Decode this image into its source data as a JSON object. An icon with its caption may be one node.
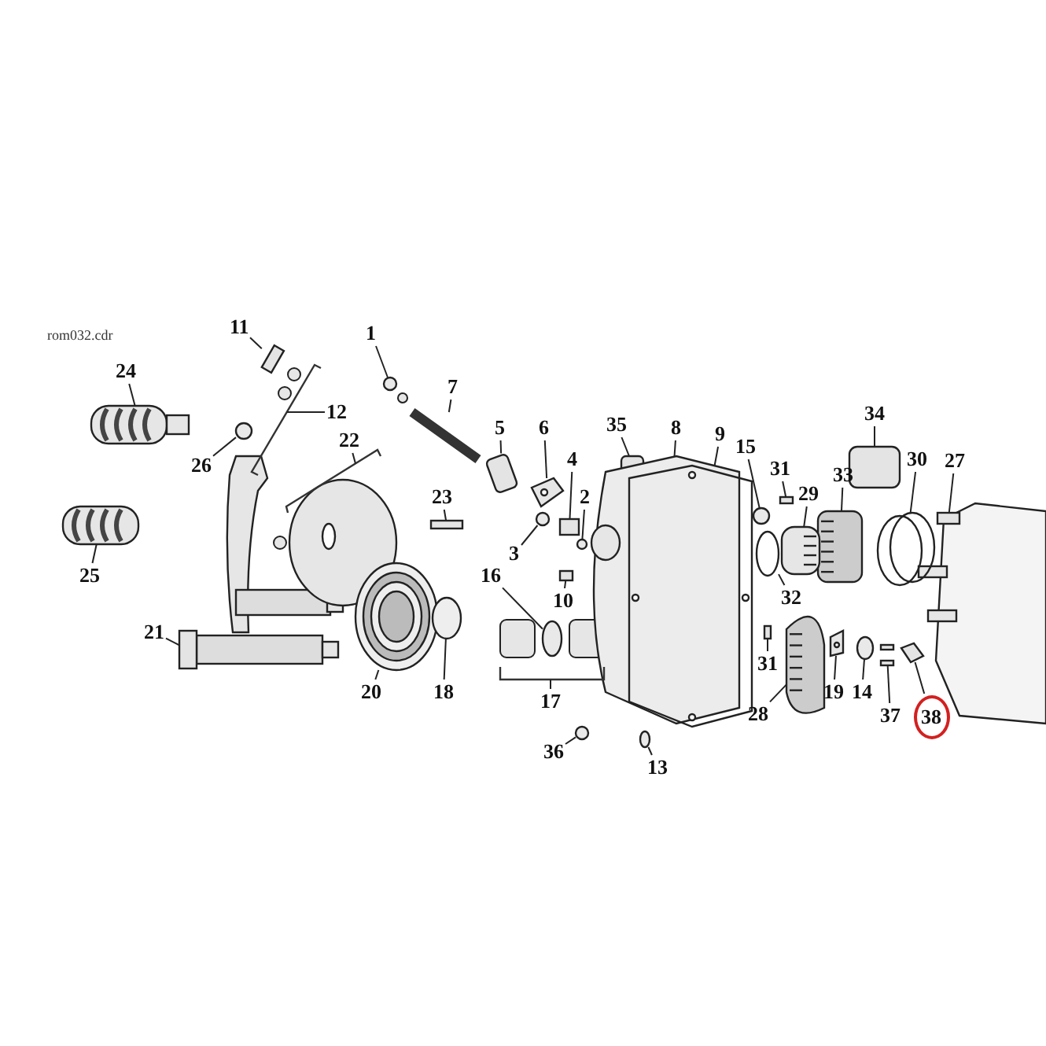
{
  "diagram": {
    "nodes": [
      {
        "text": [
          "11"
        ]
      },
      {
        "text": [
          "1"
        ]
      },
      {
        "text": [
          "24"
        ]
      },
      {
        "text": [
          "7"
        ]
      },
      {
        "text": [
          "34"
        ]
      },
      {
        "text": [
          "12"
        ]
      },
      {
        "text": [
          "35"
        ]
      },
      {
        "text": [
          "5"
        ]
      },
      {
        "text": [
          "6"
        ]
      },
      {
        "text": [
          "8"
        ]
      },
      {
        "text": [
          "9"
        ]
      },
      {
        "text": [
          "15"
        ]
      },
      {
        "text": [
          "4"
        ]
      },
      {
        "text": [
          "31"
        ]
      },
      {
        "text": [
          "30"
        ]
      },
      {
        "text": [
          "27"
        ]
      },
      {
        "text": [
          "26"
        ]
      },
      {
        "text": [
          "22"
        ]
      },
      {
        "text": [
          "33"
        ]
      },
      {
        "text": [
          "29"
        ]
      },
      {
        "text": [
          "2"
        ]
      },
      {
        "text": [
          "23"
        ]
      },
      {
        "text": [
          "3"
        ]
      },
      {
        "text": [
          "16"
        ]
      },
      {
        "text": [
          "25"
        ]
      },
      {
        "text": [
          "32"
        ]
      },
      {
        "text": [
          "10"
        ]
      },
      {
        "text": [
          "31"
        ]
      },
      {
        "text": [
          "21"
        ]
      },
      {
        "text": [
          "17"
        ]
      },
      {
        "text": [
          "20"
        ]
      },
      {
        "text": [
          "18"
        ]
      },
      {
        "text": [
          "19"
        ]
      },
      {
        "text": [
          "14"
        ]
      },
      {
        "text": [
          "28"
        ]
      },
      {
        "text": [
          "36"
        ]
      },
      {
        "text": [
          "13"
        ]
      },
      {
        "text": [
          "37"
        ]
      },
      {
        "text": [
          "38"
        ]
      },
      {
        "text": [],
        "shape": "box"
      },
      {
        "text": [],
        "shape": "circle"
      },
      {
        "text": [],
        "shape": "picture"
      },
      {
        "text": [],
        "shape": "bar"
      },
      {
        "text": [],
        "shape": "box"
      },
      {
        "text": [],
        "shape": "box"
      },
      {
        "text": [],
        "shape": "box"
      },
      {
        "text": [],
        "shape": "picture"
      },
      {
        "text": [],
        "shape": "picture"
      },
      {
        "text": [],
        "shape": "picture"
      },
      {
        "text": [],
        "shape": "circle"
      },
      {
        "text": [],
        "shape": "box"
      },
      {
        "text": [],
        "shape": "box"
      },
      {
        "text": [],
        "shape": "circle"
      },
      {
        "text": [],
        "shape": "box"
      },
      {
        "text": [],
        "shape": "circle"
      },
      {
        "text": [],
        "shape": "picture"
      },
      {
        "text": [],
        "shape": "picture"
      },
      {
        "text": [],
        "shape": "circle"
      },
      {
        "text": [],
        "shape": "box"
      },
      {
        "text": [],
        "shape": "circle"
      },
      {
        "text": [],
        "shape": "circle"
      },
      {
        "text": [],
        "shape": "picture"
      },
      {
        "text": [],
        "shape": "circle"
      },
      {
        "text": [],
        "shape": "box"
      },
      {
        "text": [],
        "shape": "box"
      },
      {
        "text": [],
        "shape": "box"
      },
      {
        "text": [],
        "shape": "picture"
      },
      {
        "text": [],
        "shape": "circle"
      },
      {
        "text": [],
        "shape": "picture"
      },
      {
        "text": [],
        "shape": "circle"
      },
      {
        "text": [],
        "shape": "picture"
      },
      {
        "text": [],
        "shape": "circle"
      },
      {
        "text": [],
        "shape": "circle"
      },
      {
        "text": [],
        "shape": "picture"
      },
      {
        "text": [],
        "shape": "box"
      },
      {
        "text": [],
        "shape": "bar"
      },
      {
        "text": [],
        "shape": "bar"
      },
      {
        "text": [],
        "shape": "bar"
      }
    ],
    "edges": [
      {
        "from": 0,
        "to": 39,
        "arrow": "none"
      },
      {
        "from": 1,
        "to": 40,
        "arrow": "none"
      },
      {
        "from": 2,
        "to": 41,
        "arrow": "none"
      },
      {
        "from": 3,
        "to": 42,
        "arrow": "none"
      },
      {
        "from": 4,
        "to": 43,
        "arrow": "none"
      },
      {
        "from": 5,
        "to": 75,
        "arrow": "none"
      },
      {
        "from": 6,
        "to": 44,
        "arrow": "none"
      },
      {
        "from": 7,
        "to": 45,
        "arrow": "none"
      },
      {
        "from": 8,
        "to": 46,
        "arrow": "none"
      },
      {
        "from": 9,
        "to": 47,
        "arrow": "none"
      },
      {
        "from": 10,
        "to": 48,
        "arrow": "none"
      },
      {
        "from": 11,
        "to": 49,
        "arrow": "none"
      },
      {
        "from": 12,
        "to": 50,
        "arrow": "none"
      },
      {
        "from": 13,
        "to": 51,
        "arrow": "none"
      },
      {
        "from": 14,
        "to": 52,
        "arrow": "none"
      },
      {
        "from": 15,
        "to": 53,
        "arrow": "none"
      },
      {
        "from": 16,
        "to": 54,
        "arrow": "none"
      },
      {
        "from": 17,
        "to": 76,
        "arrow": "none"
      },
      {
        "from": 18,
        "to": 55,
        "arrow": "none"
      },
      {
        "from": 19,
        "to": 56,
        "arrow": "none"
      },
      {
        "from": 20,
        "to": 57,
        "arrow": "none"
      },
      {
        "from": 21,
        "to": 58,
        "arrow": "none"
      },
      {
        "from": 22,
        "to": 59,
        "arrow": "none"
      },
      {
        "from": 23,
        "to": 60,
        "arrow": "none"
      },
      {
        "from": 24,
        "to": 61,
        "arrow": "none"
      },
      {
        "from": 25,
        "to": 62,
        "arrow": "none"
      },
      {
        "from": 26,
        "to": 63,
        "arrow": "none"
      },
      {
        "from": 27,
        "to": 64,
        "arrow": "none"
      },
      {
        "from": 28,
        "to": 65,
        "arrow": "none"
      },
      {
        "from": 29,
        "to": 77,
        "arrow": "none"
      },
      {
        "from": 30,
        "to": 66,
        "arrow": "none"
      },
      {
        "from": 31,
        "to": 67,
        "arrow": "none"
      },
      {
        "from": 32,
        "to": 68,
        "arrow": "none"
      },
      {
        "from": 33,
        "to": 69,
        "arrow": "none"
      },
      {
        "from": 34,
        "to": 70,
        "arrow": "none"
      },
      {
        "from": 35,
        "to": 71,
        "arrow": "none"
      },
      {
        "from": 36,
        "to": 72,
        "arrow": "none"
      },
      {
        "from": 37,
        "to": 73,
        "arrow": "none"
      },
      {
        "from": 38,
        "to": 74,
        "arrow": "none"
      }
    ],
    "labels": [
      "rom032.cdr"
    ]
  }
}
